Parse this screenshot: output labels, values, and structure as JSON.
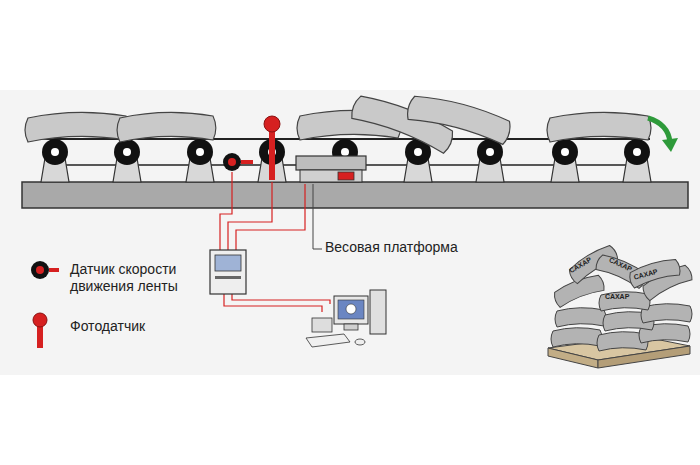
{
  "diagram": {
    "labels": [
      "Весовая платформа",
      "САХАР",
      "САХАР",
      "САХАР",
      "САХАР"
    ],
    "legend": [
      {
        "text": "Датчик скорости движения ленты"
      },
      {
        "text": "Фотодатчик"
      }
    ]
  }
}
